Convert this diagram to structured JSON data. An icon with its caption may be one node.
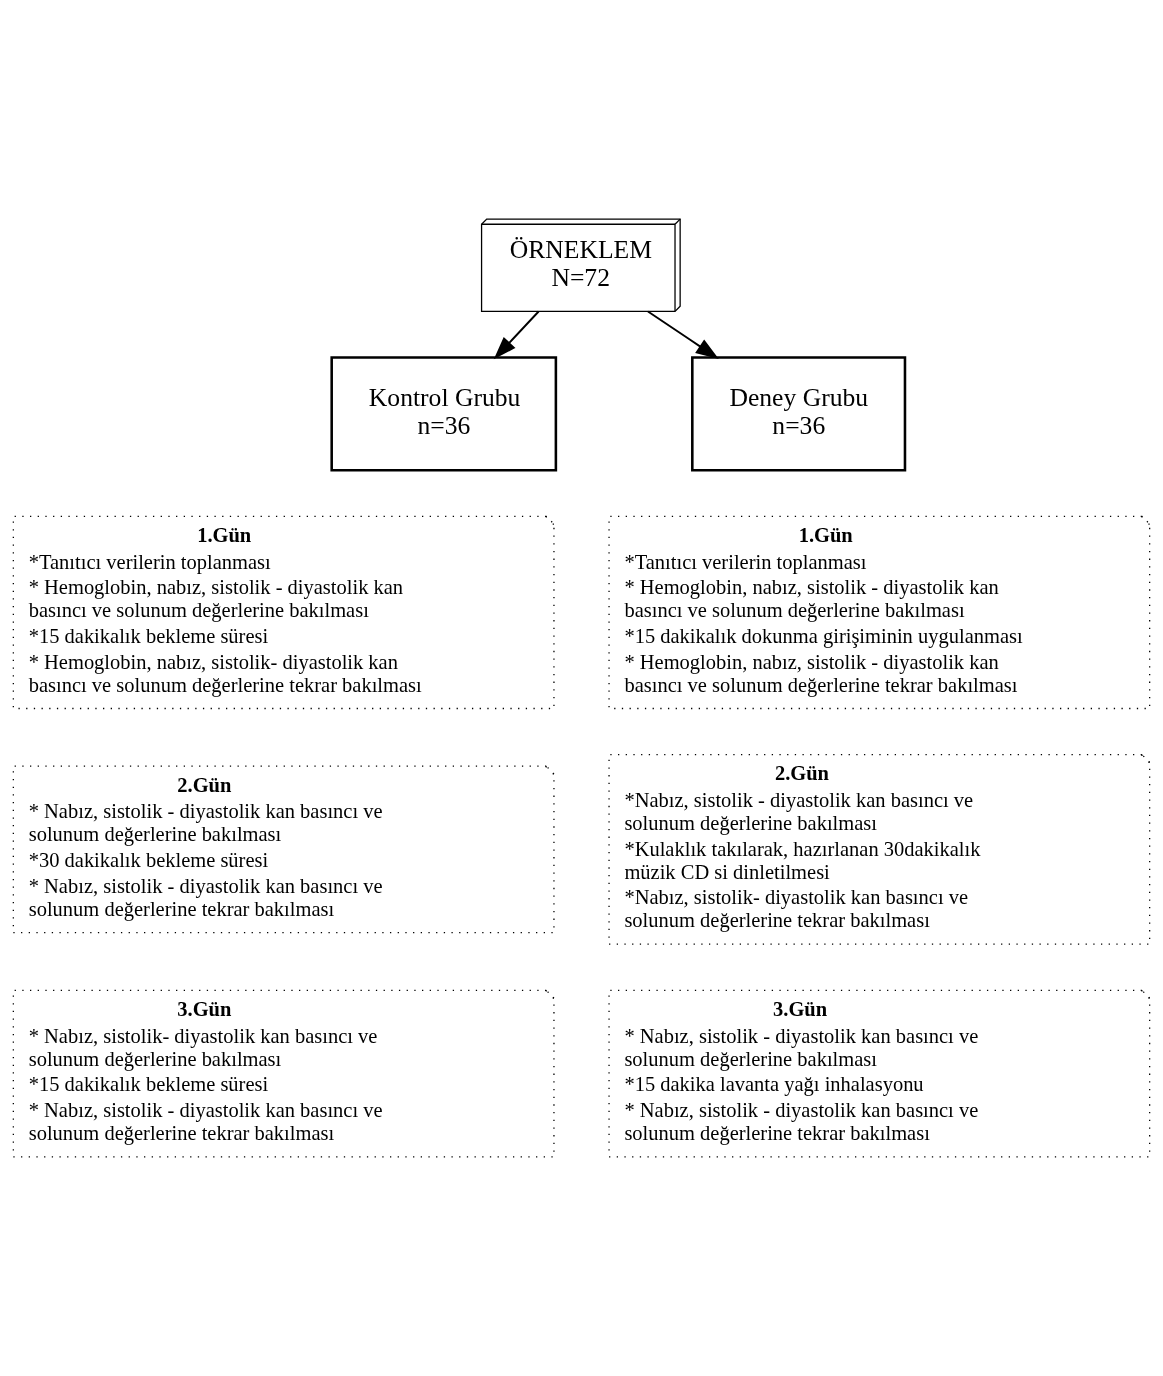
{
  "diagram": {
    "nodes": [
      {
        "text": [
          "ÖRNEKLEM",
          "N=72"
        ]
      },
      {
        "text": [
          "Kontrol Grubu",
          "n=36"
        ]
      },
      {
        "text": [
          "Deney Grubu",
          "n=36"
        ]
      },
      {
        "text": [
          "1.Gün",
          "*Tanıtıcı verilerin toplanması",
          "* Hemoglobin, nabız, sistolik - diyastolik kan basıncı ve solunum değerlerine bakılması",
          "*15 dakikalık bekleme süresi",
          "* Hemoglobin, nabız, sistolik- diyastolik kan basıncı ve solunum değerlerine tekrar bakılması"
        ]
      },
      {
        "text": [
          "1.Gün",
          "*Tanıtıcı verilerin toplanması",
          "* Hemoglobin, nabız, sistolik - diyastolik kan basıncı ve solunum değerlerine bakılması",
          "*15 dakikalık dokunma girişiminin uygulanması",
          "* Hemoglobin, nabız, sistolik - diyastolik kan basıncı ve solunum değerlerine tekrar bakılması"
        ]
      },
      {
        "text": [
          "2.Gün",
          "* Nabız, sistolik - diyastolik kan basıncı ve solunum değerlerine bakılması",
          "*30 dakikalık bekleme süresi",
          "* Nabız, sistolik - diyastolik kan basıncı ve solunum değerlerine tekrar bakılması"
        ]
      },
      {
        "text": [
          "2.Gün",
          "*Nabız, sistolik - diyastolik kan basıncı ve solunum değerlerine bakılması",
          "*Kulaklık takılarak, hazırlanan 30dakikalık müzik CD si dinletilmesi",
          "*Nabız, sistolik- diyastolik kan basıncı ve solunum değerlerine tekrar bakılması"
        ]
      },
      {
        "text": [
          "3.Gün",
          "* Nabız, sistolik- diyastolik kan basıncı ve solunum değerlerine bakılması",
          "*15 dakikalık bekleme süresi",
          "* Nabız, sistolik - diyastolik kan basıncı ve solunum değerlerine tekrar bakılması"
        ]
      },
      {
        "text": [
          "3.Gün",
          "* Nabız, sistolik - diyastolik kan basıncı ve solunum değerlerine bakılması",
          "*15 dakika lavanta yağı inhalasyonu",
          "* Nabız, sistolik - diyastolik kan basıncı ve solunum değerlerine tekrar bakılması"
        ]
      }
    ],
    "edges": [
      {
        "from": 0,
        "to": 1,
        "arrow": "to"
      },
      {
        "from": 0,
        "to": 2,
        "arrow": "to"
      }
    ]
  }
}
